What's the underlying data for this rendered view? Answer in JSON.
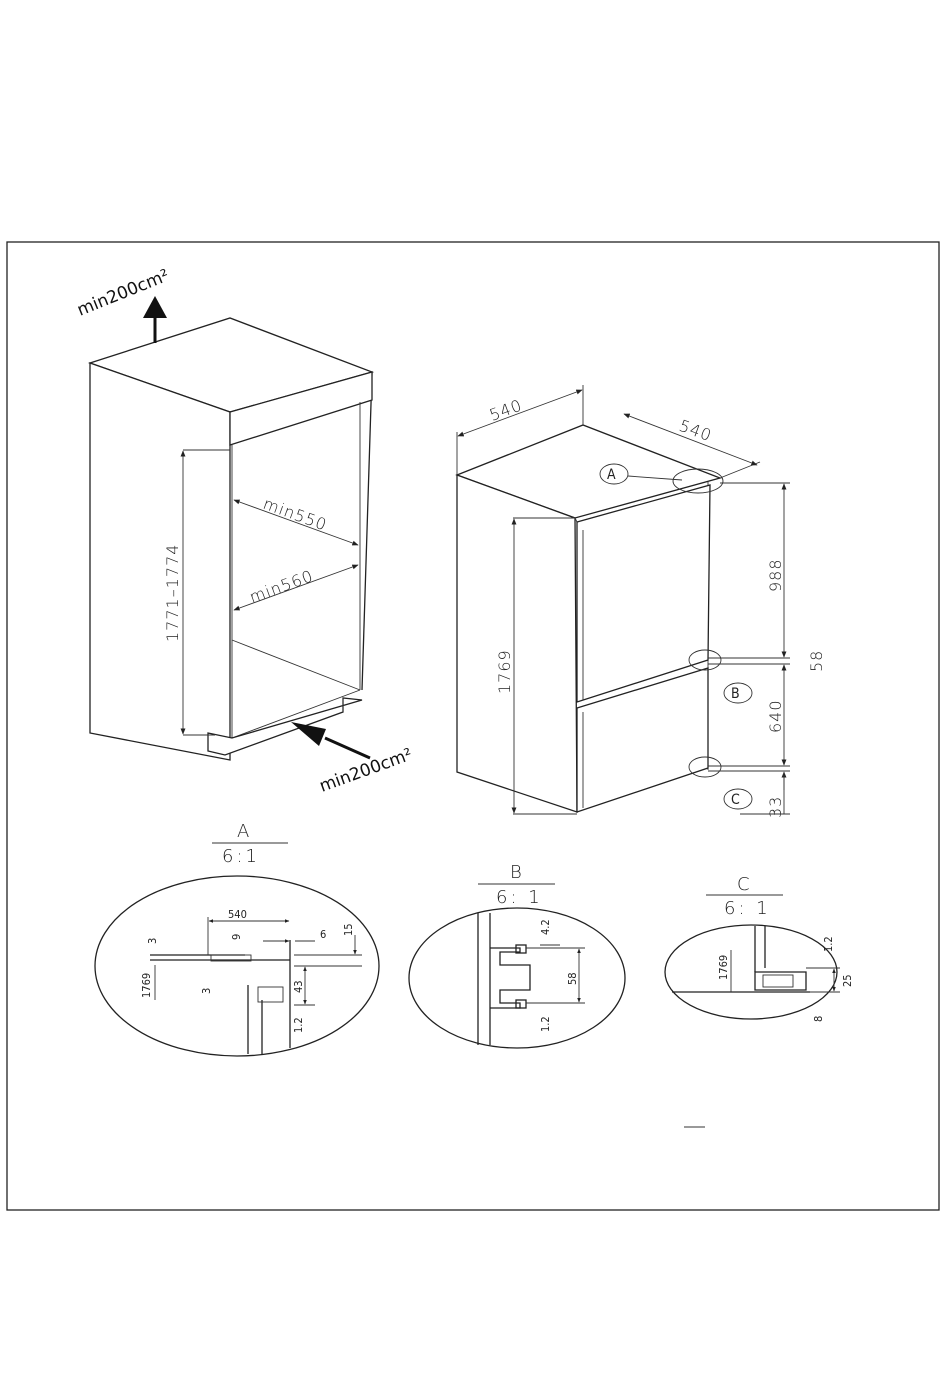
{
  "cabinet": {
    "vent_top": "min200cm²",
    "vent_bottom": "min200cm²",
    "height_range": "1771–1774",
    "depth_min": "min550",
    "width_min": "min560"
  },
  "appliance": {
    "width": "540",
    "depth": "540",
    "height": "1769",
    "upper_door": "988",
    "gap": "58",
    "lower_door": "640",
    "bottom": "33",
    "callout_a": "A",
    "callout_b": "B",
    "callout_c": "C"
  },
  "detail_a": {
    "title": "A",
    "scale": "6:1",
    "dims": {
      "d540": "540",
      "d9": "9",
      "d6": "6",
      "d15": "15",
      "d3a": "3",
      "d3b": "3",
      "d1769": "1769",
      "d43": "43",
      "d12": "1.2"
    }
  },
  "detail_b": {
    "title": "B",
    "scale": "6: 1",
    "dims": {
      "d42": "4.2",
      "d58": "58",
      "d12": "1.2"
    }
  },
  "detail_c": {
    "title": "C",
    "scale": "6: 1",
    "dims": {
      "d1769": "1769",
      "d12": "1.2",
      "d25": "25",
      "d8": "8"
    }
  }
}
